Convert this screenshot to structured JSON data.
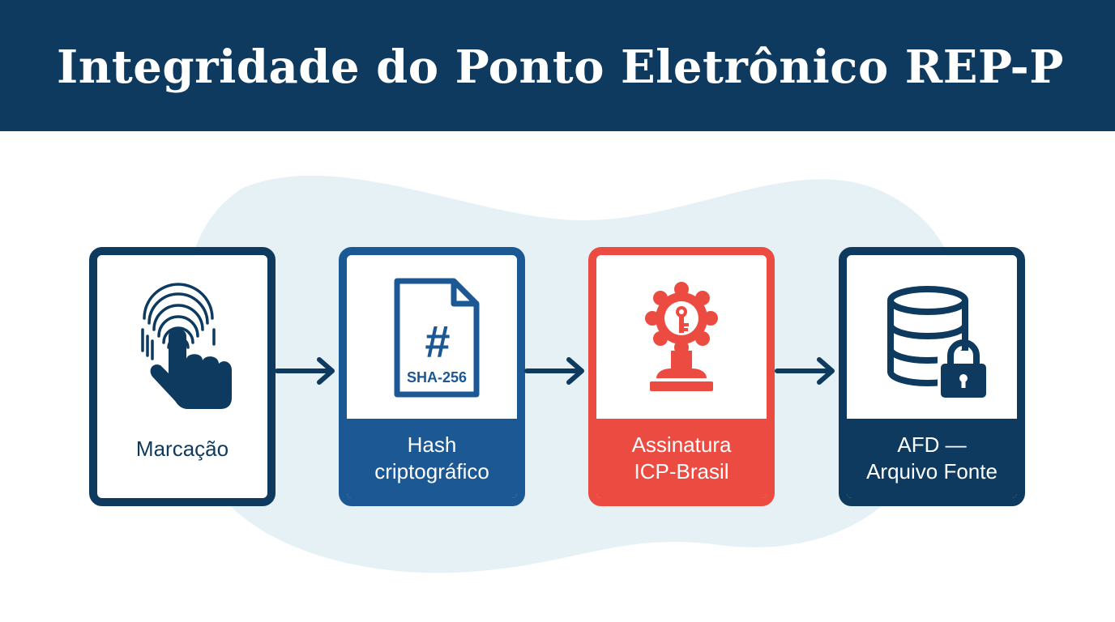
{
  "header": {
    "title": "Integridade do Ponto Eletrônico REP-P"
  },
  "steps": [
    {
      "lines": [
        "Marcação"
      ],
      "icon": "fingerprint-touch-icon",
      "color": "#0e3a5f"
    },
    {
      "lines": [
        "Hash",
        "criptográfico"
      ],
      "icon": "hash-document-icon",
      "icon_text": "SHA-256",
      "symbol": "#",
      "color": "#1b5894"
    },
    {
      "lines": [
        "Assinatura",
        "ICP-Brasil"
      ],
      "icon": "key-stamp-icon",
      "color": "#ec4b42"
    },
    {
      "lines": [
        "AFD —",
        "Arquivo Fonte"
      ],
      "icon": "database-lock-icon",
      "color": "#0e3a5f"
    }
  ],
  "colors": {
    "header_bg": "#0e3a5f",
    "navy": "#0e3a5f",
    "blue": "#1b5894",
    "red": "#ec4b42",
    "blob": "#e6f1f5"
  }
}
